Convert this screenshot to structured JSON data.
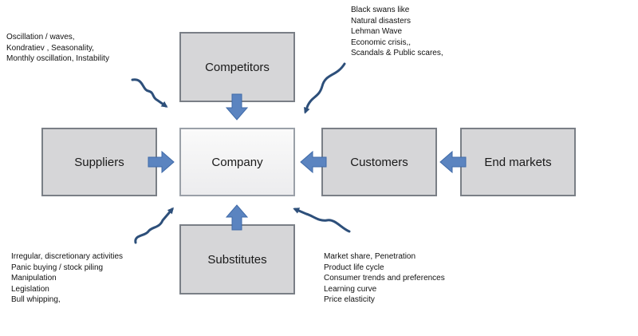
{
  "boxes": {
    "competitors": "Competitors",
    "suppliers": "Suppliers",
    "company": "Company",
    "customers": "Customers",
    "end_markets": "End markets",
    "substitutes": "Substitutes"
  },
  "notes": {
    "top_left": [
      "Oscillation / waves,",
      "Kondratiev , Seasonality,",
      "Monthly oscillation,  Instability"
    ],
    "top_right": [
      "Black swans like",
      "Natural disasters",
      "Lehman Wave",
      "Economic crisis,,",
      "Scandals  & Public scares,"
    ],
    "bottom_left": [
      "Irregular, discretionary activities",
      "Panic buying / stock piling",
      "Manipulation",
      "Legislation",
      "Bull whipping,"
    ],
    "bottom_right": [
      "Market share, Penetration",
      "Product life cycle",
      "Consumer trends and preferences",
      "Learning curve",
      "Price elasticity"
    ]
  },
  "colors": {
    "box_fill": "#d6d6d8",
    "box_border": "#7a7f86",
    "arrow_fill": "#5b84c0",
    "squiggle": "#2d4f7a"
  }
}
